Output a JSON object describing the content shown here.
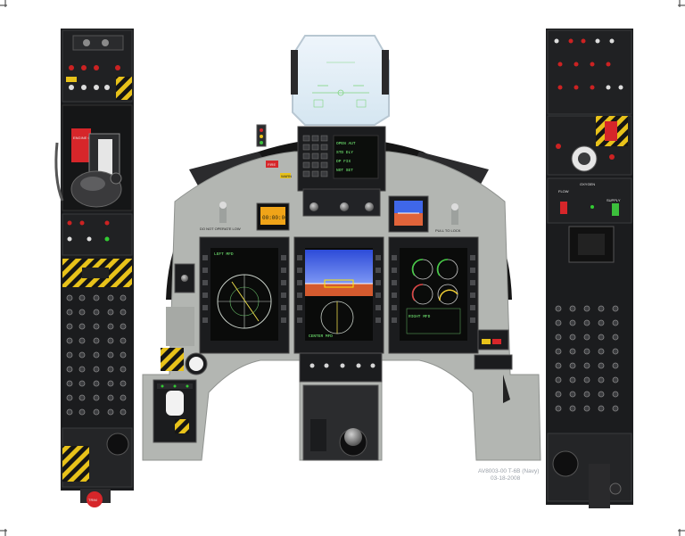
{
  "caption": {
    "line1": "AV8003-00 T-6B (Navy)",
    "line2": "03-18-2008"
  },
  "left_console": {
    "engine_cutoff_label": "ENGINE CUTOFF",
    "nose_label": "TRIM"
  },
  "center": {
    "clock_value": "00:00:00",
    "ufcp_lines": [
      "OPEN AUT",
      "STD DLY",
      "DP FIX",
      "NOT SET"
    ],
    "mfd_labels": [
      "LEFT MFD",
      "CENTER MFD",
      "RIGHT MFD"
    ],
    "placard_left": "DO NOT OPERATE LOW",
    "placard_right": "PULL TO LOCK",
    "fire_light": "FIRE",
    "warn_light": "WARN"
  },
  "right_console": {
    "oxygen_label": "OXYGEN",
    "flow_label": "FLOW",
    "supply_label": "SUPPLY"
  },
  "colors": {
    "panel_black": "#1b1c1e",
    "panel_gray": "#b3b6b2",
    "hazard_yellow": "#e8c21a",
    "warning_red": "#d6262a"
  }
}
